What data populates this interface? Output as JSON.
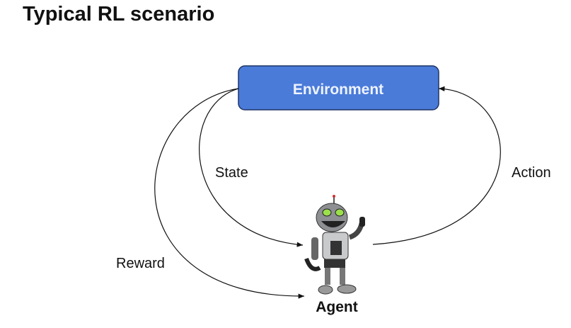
{
  "title": "Typical RL scenario",
  "diagram": {
    "environment_label": "Environment",
    "agent_label": "Agent",
    "edges": {
      "state": "State",
      "reward": "Reward",
      "action": "Action"
    },
    "colors": {
      "environment_fill": "#4a7bd9",
      "environment_border": "#1f3566"
    }
  }
}
